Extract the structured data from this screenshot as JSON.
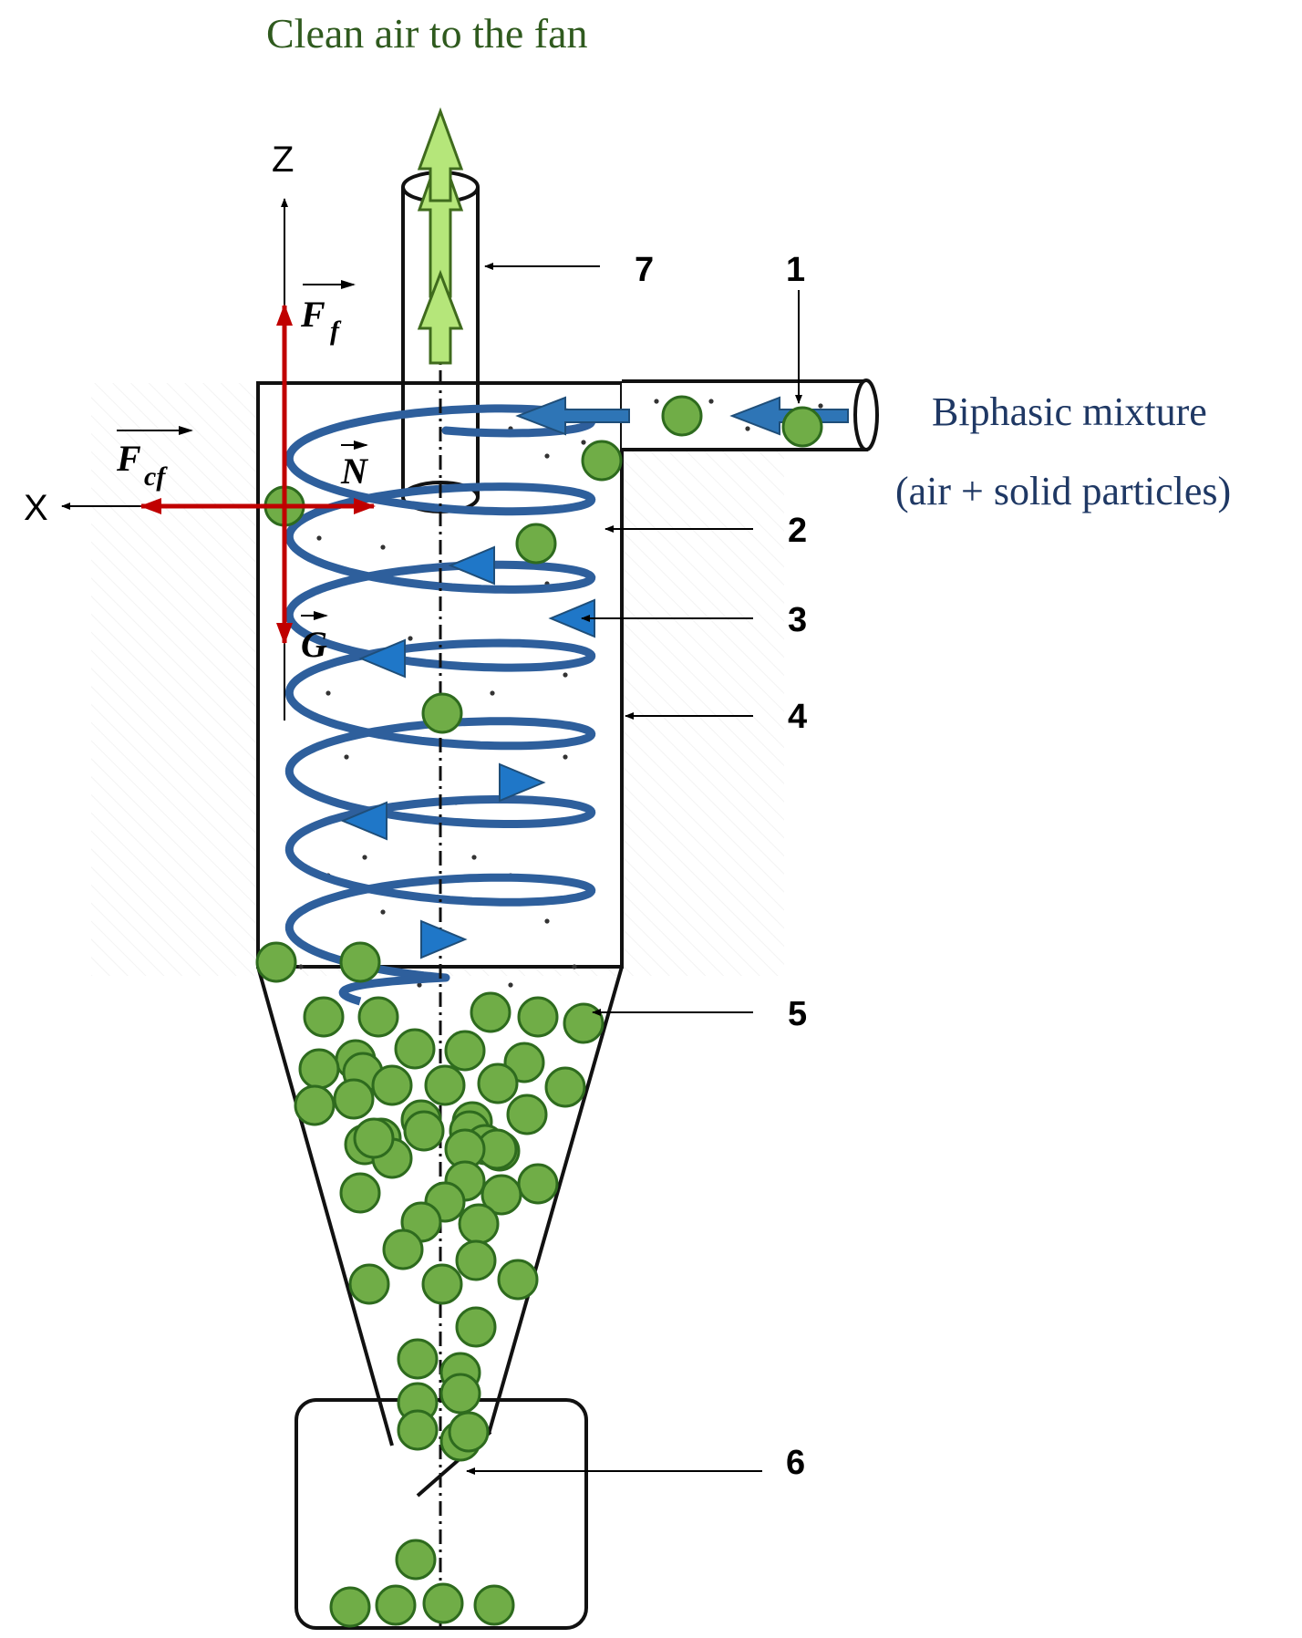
{
  "title": "Clean air to the fan",
  "inlet_label_line1": "Biphasic mixture",
  "inlet_label_line2": "(air + solid particles)",
  "axes": {
    "z": "Z",
    "x": "X"
  },
  "forces": {
    "ff": "F",
    "ff_sub": "f",
    "fcf": "F",
    "fcf_sub": "cf",
    "n": "N",
    "g": "G"
  },
  "callouts": [
    "1",
    "2",
    "3",
    "4",
    "5",
    "6",
    "7"
  ],
  "colors": {
    "particle": "#70ad47",
    "particle_edge": "#2e6b1e",
    "vortex": "#2e5f9c",
    "flow_arrow": "#1f77c8",
    "force": "#c00000",
    "clean_air": "#b5e67a",
    "title": "#2f5a1e",
    "inlet_label": "#1f3864"
  }
}
